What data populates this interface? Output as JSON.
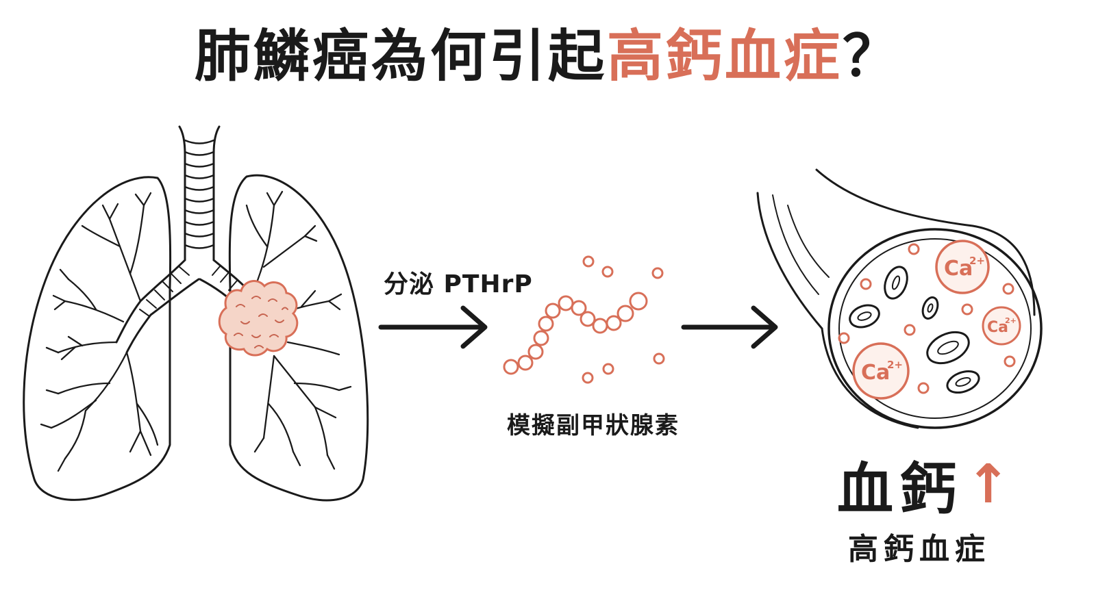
{
  "title": {
    "main": "肺鱗癌為何引起",
    "accent": "高鈣血症",
    "suffix": "？"
  },
  "labels": {
    "secrete": "分泌 PTHrP",
    "pthrp_name": "模擬副甲狀腺素",
    "result_main": "血鈣",
    "result_arrow": "↑",
    "result_sub": "高鈣血症"
  },
  "ions": {
    "symbol": "Ca",
    "charge": "2+"
  },
  "colors": {
    "accent": "#d86f58",
    "ink": "#1a1a1a",
    "tumor_fill": "#f5d5c8"
  }
}
